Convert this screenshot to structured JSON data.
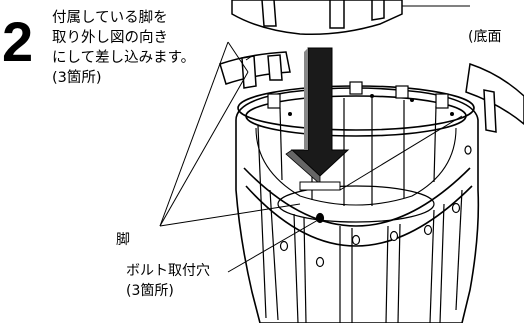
{
  "step": {
    "number": "2"
  },
  "instruction": {
    "lines": [
      "付属している脚を",
      "取り外し図の向き",
      "にして差し込みます。",
      "(3箇所)"
    ]
  },
  "labels": {
    "bottom": "(底面",
    "leg": "脚",
    "bolt_hole": "ボルト取付穴",
    "bolt_hole_count": "(3箇所)"
  },
  "colors": {
    "ink": "#000000",
    "paper": "#ffffff",
    "arrow": "#1a1a1a"
  }
}
